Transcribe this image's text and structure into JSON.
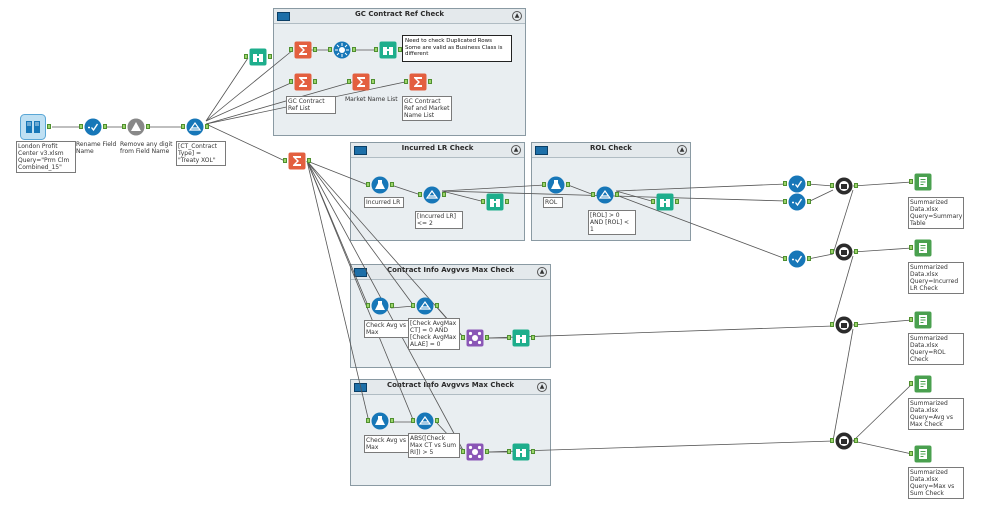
{
  "containers": {
    "gc": {
      "title": "GC Contract Ref Check"
    },
    "incurred": {
      "title": "Incurred LR Check"
    },
    "rol": {
      "title": "ROL Check"
    },
    "info1": {
      "title": "Contract Info Avgvvs Max Check"
    },
    "info2": {
      "title": "Contract Info Avgvvs Max Check"
    }
  },
  "tools": {
    "input": "London Profit Center v3.xlsm Query=\"Prm Clm Combined_15\"",
    "rename": "Rename Field Name",
    "remove": "Remove any digit from Field Name",
    "filter_main": "[CT_Contract Type] = \"Treaty XOL\"",
    "gc_sum1": "GC Contract Ref List",
    "gc_sum2": "Market Name List",
    "gc_sum3": "GC Contract Ref and Market Name List",
    "gc_comment": "Need to check Duplicated Rows Some are valid as Business Class is different",
    "incurred_formula": "Incurred LR",
    "incurred_filter": "[Incurred LR] <= 2",
    "rol_formula": "ROL",
    "rol_filter": "[ROL] > 0 AND [ROL] < 1",
    "info1_formula": "Check Avg vs Max",
    "info1_filter": "[Check AvgMax CT] = 0 AND [Check AvgMax ALAE] = 0",
    "info2_formula": "Check Avg vs Max",
    "info2_filter": "ABS([Check Max CT vs Sum RI]) > 5",
    "out1": "Summarized Data.xlsx Query=Summary Table",
    "out2": "Summarized Data.xlsx Query=Incurred LR Check",
    "out3": "Summarized Data.xlsx Query=ROL Check",
    "out4": "Summarized Data.xlsx Query=Avg vs Max Check",
    "out5": "Summarized Data.xlsx Query=Max vs Sum Check"
  },
  "anchor_marks": {
    "true": "T",
    "false": "F",
    "join": "J",
    "left": "L",
    "right": "R",
    "output": "O"
  },
  "colors": {
    "container_body": "#e9eef1",
    "preparation": "#1777b8",
    "transform": "#e35f3f",
    "browse": "#1eae8c",
    "join": "#8a56b6",
    "join_multiple": "#2c2c2c",
    "output": "#4aa04f",
    "connection": "#555555"
  }
}
